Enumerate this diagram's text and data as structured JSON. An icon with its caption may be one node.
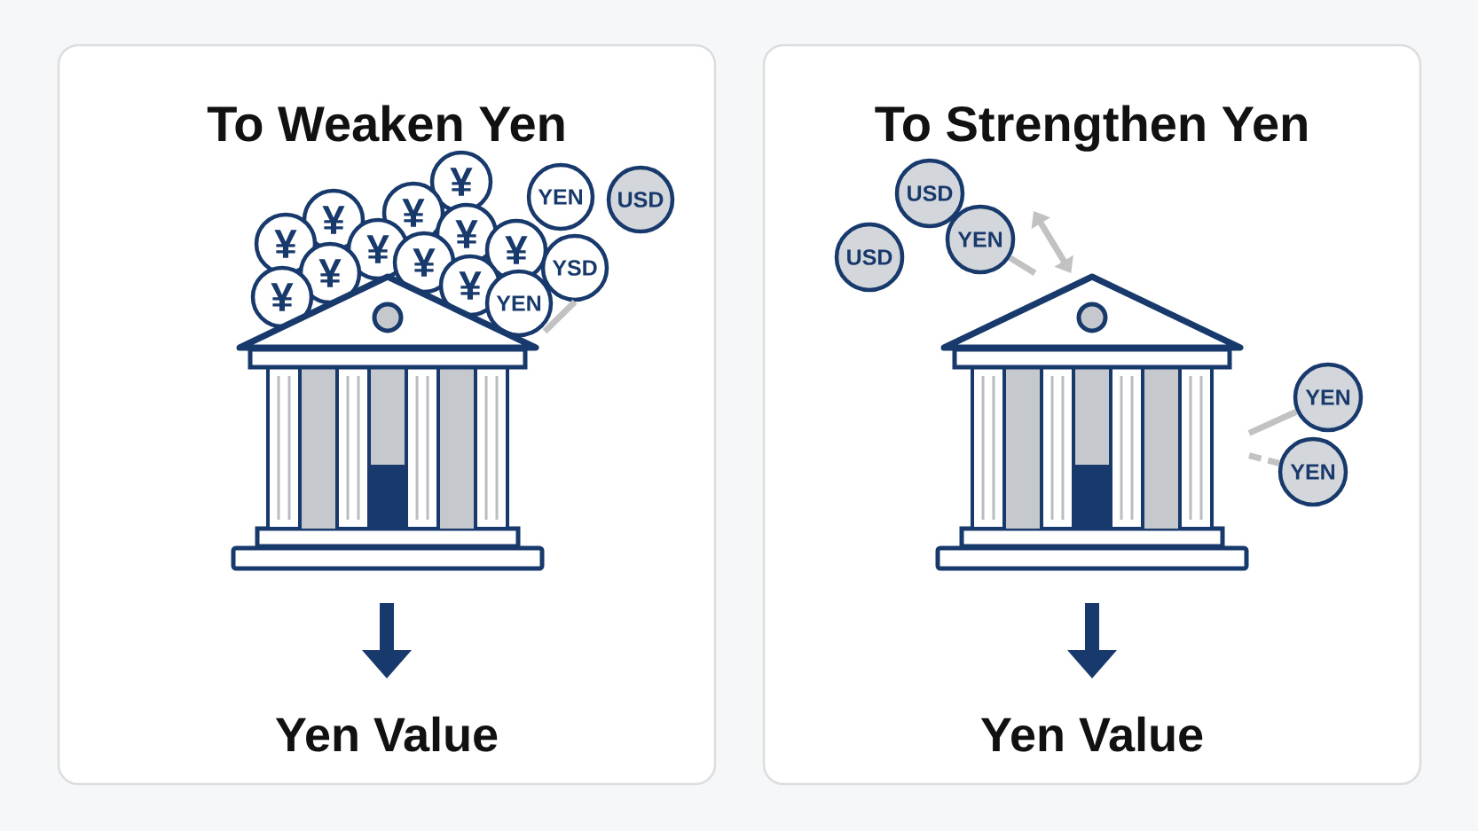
{
  "diagram": {
    "nodes": [
      {
        "text": [
          "To Weaken Yen",
          "Yen Value"
        ]
      },
      {
        "text": [
          "¥"
        ],
        "in": 0
      },
      {
        "text": [
          "YEN"
        ],
        "in": 0
      },
      {
        "text": [
          "USD"
        ],
        "in": 0
      },
      {
        "text": [
          "¥"
        ],
        "in": 0
      },
      {
        "text": [
          "¥"
        ],
        "in": 0
      },
      {
        "text": [
          "¥"
        ],
        "in": 0
      },
      {
        "text": [
          "¥"
        ],
        "in": 0
      },
      {
        "text": [
          "¥"
        ],
        "in": 0
      },
      {
        "text": [
          "¥"
        ],
        "in": 0
      },
      {
        "text": [
          "YSD"
        ],
        "in": 0
      },
      {
        "text": [
          "¥"
        ],
        "in": 0
      },
      {
        "text": [
          "¥"
        ],
        "in": 0
      },
      {
        "text": [
          "¥"
        ],
        "in": 0
      },
      {
        "text": [
          "¥"
        ],
        "in": 0
      },
      {
        "text": [
          "YEN"
        ],
        "in": 0
      },
      {
        "text": [],
        "shape": "picture",
        "in": 0
      },
      {
        "text": [
          "To Strengthen Yen",
          "Yen Value"
        ]
      },
      {
        "text": [
          "USD"
        ],
        "in": 17
      },
      {
        "text": [
          "USD"
        ],
        "in": 17
      },
      {
        "text": [
          "YEN"
        ],
        "in": 17
      },
      {
        "text": [
          "YEN"
        ],
        "in": 17
      },
      {
        "text": [
          "YEN"
        ],
        "in": 17
      },
      {
        "text": [],
        "shape": "picture",
        "in": 17
      }
    ],
    "edges": [
      {
        "from": 16,
        "to": 10,
        "arrow": "none"
      },
      {
        "from": 23,
        "to": 20,
        "arrow": "none"
      },
      {
        "from": 23,
        "to": null,
        "arrow": "both"
      },
      {
        "from": 23,
        "to": 21,
        "arrow": "none"
      },
      {
        "from": 23,
        "to": 22,
        "arrow": "none",
        "style": "dashed"
      }
    ]
  }
}
